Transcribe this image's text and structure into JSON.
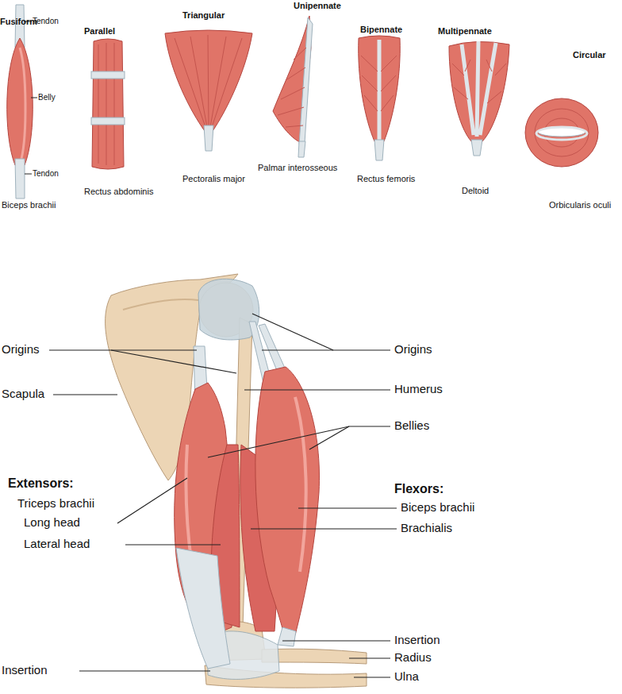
{
  "diagram": {
    "labels": [
      "Fusiform",
      "Parallel",
      "Triangular",
      "Unipennate",
      "Bipennate",
      "Multipennate",
      "Circular",
      "Tendon",
      "Belly",
      "Tendon",
      "Biceps brachii",
      "Rectus abdominis",
      "Pectoralis major",
      "Palmar interosseous",
      "Rectus femoris",
      "Deltoid",
      "Orbicularis oculi",
      "Origins",
      "Origins",
      "Scapula",
      "Humerus",
      "Bellies",
      "Extensors:",
      "Flexors:",
      "Triceps brachii",
      "Biceps brachii",
      "Long head",
      "Brachialis",
      "Lateral head",
      "Insertion",
      "Radius",
      "Insertion",
      "Ulna"
    ]
  }
}
